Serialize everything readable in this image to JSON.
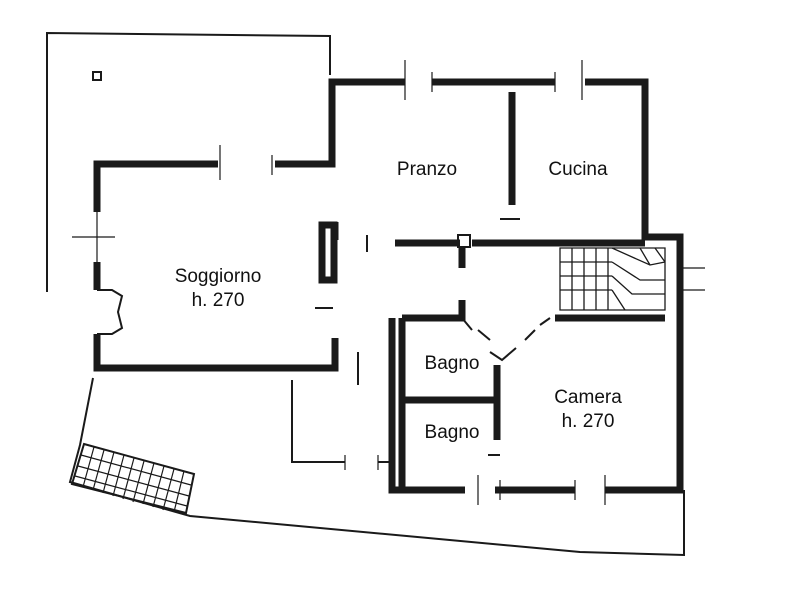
{
  "floor_plan": {
    "rooms": [
      {
        "id": "pranzo",
        "name": "Pranzo",
        "height": ""
      },
      {
        "id": "cucina",
        "name": "Cucina",
        "height": ""
      },
      {
        "id": "soggiorno",
        "name": "Soggiorno",
        "height": "h. 270"
      },
      {
        "id": "bagno-1",
        "name": "Bagno",
        "height": ""
      },
      {
        "id": "bagno-2",
        "name": "Bagno",
        "height": ""
      },
      {
        "id": "camera",
        "name": "Camera",
        "height": "h. 270"
      }
    ]
  },
  "colors": {
    "background": "#ffffff",
    "lines": "#1a1a1a"
  }
}
